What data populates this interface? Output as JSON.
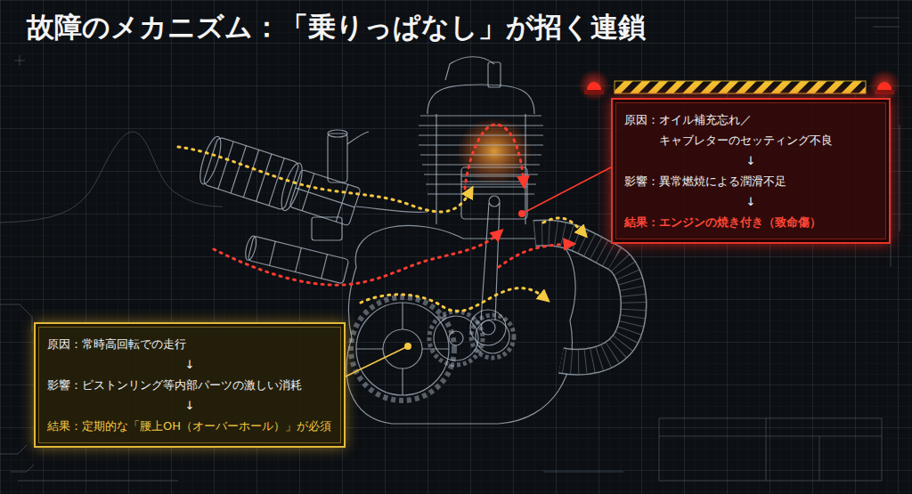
{
  "diagram": {
    "title": "故障のメカニズム：「乗りっぱなし」が招く連鎖",
    "nodes": [
      {
        "text": [
          "原因：オイル補充忘れ／ キャブレターのセッティング不良",
          "↓",
          "影響：異常燃焼による潤滑不足",
          "↓",
          "結果：エンジンの焼き付き（致命傷）"
        ]
      },
      {
        "text": [
          "原因：常時高回転での走行",
          "↓",
          "影響：ピストンリング等内部パーツの激しい消耗",
          "↓",
          "結果：定期的な「腰上OH（オーバーホール）」が必須"
        ]
      }
    ]
  }
}
